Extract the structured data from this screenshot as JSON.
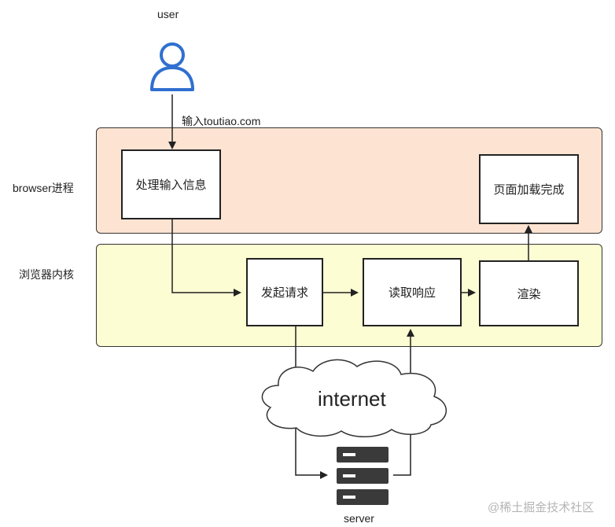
{
  "user": {
    "label": "user"
  },
  "input_label": "输入toutiao.com",
  "lanes": {
    "browser": {
      "label": "browser进程"
    },
    "kernel": {
      "label": "浏览器内核"
    }
  },
  "boxes": {
    "process_input": "处理输入信息",
    "page_loaded": "页面加载完成",
    "send_request": "发起请求",
    "read_response": "读取响应",
    "render": "渲染"
  },
  "cloud": {
    "label": "internet"
  },
  "server": {
    "label": "server"
  },
  "watermark": "@稀土掘金技术社区",
  "colors": {
    "browser_lane": "#fde4d2",
    "kernel_lane": "#fdfdd3",
    "user_icon": "#2f6fd0",
    "server_icon": "#3a3a3a"
  }
}
